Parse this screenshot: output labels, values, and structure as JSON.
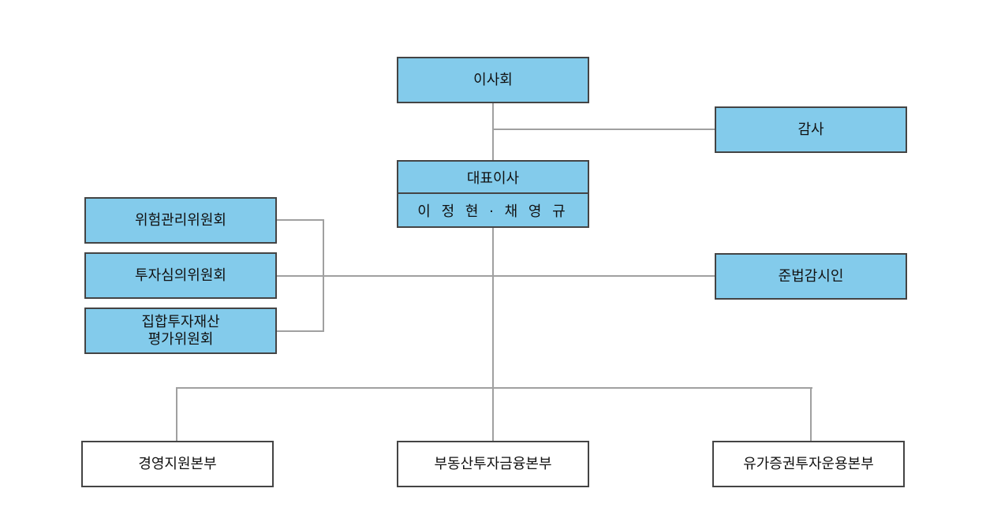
{
  "board": "이사회",
  "auditor": "감사",
  "ceo": {
    "title": "대표이사",
    "names": "이 정 현 · 채 영 규"
  },
  "committees": [
    {
      "label": "위험관리위원회"
    },
    {
      "label": "투자심의위원회"
    },
    {
      "label_line1": "집합투자재산",
      "label_line2": "평가위원회"
    }
  ],
  "compliance": "준법감시인",
  "divisions": [
    "경영지원본부",
    "부동산투자금융본부",
    "유가증권투자운용본부"
  ],
  "colors": {
    "box_fill": "#83cbeb",
    "border": "#444444",
    "connector": "#a0a0a0"
  }
}
